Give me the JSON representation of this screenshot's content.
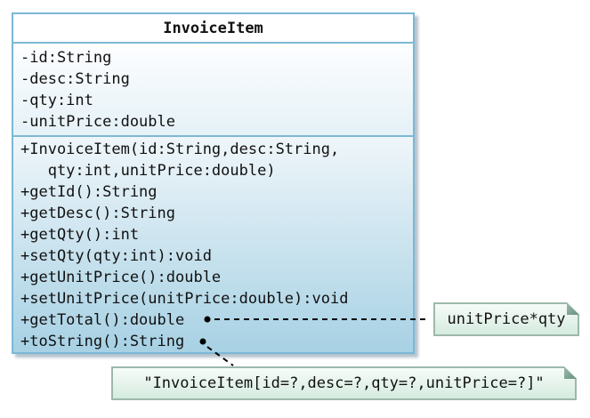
{
  "diagram": {
    "class": {
      "title": "InvoiceItem",
      "attributes": [
        "-id:String",
        "-desc:String",
        "-qty:int",
        "-unitPrice:double"
      ],
      "method_lines": [
        "+InvoiceItem(id:String,desc:String,",
        "   qty:int,unitPrice:double)",
        "+getId():String",
        "+getDesc():String",
        "+getQty():int",
        "+setQty(qty:int):void",
        "+getUnitPrice():double",
        "+setUnitPrice(unitPrice:double):void",
        "+getTotal():double",
        "+toString():String"
      ]
    },
    "notes": [
      {
        "attached_to": "getTotal",
        "text": "unitPrice*qty"
      },
      {
        "attached_to": "toString",
        "text": "\"InvoiceItem[id=?,desc=?,qty=?,unitPrice=?]\""
      }
    ],
    "colors": {
      "class_border": "#7bb8d6",
      "class_title_bg": "#ffffff",
      "attrs_gradient_top": "#fdfeff",
      "attrs_gradient_bottom": "#e5f1f7",
      "methods_gradient_top": "#eff6fa",
      "methods_gradient_bottom": "#a7d1e4",
      "note_border": "#9eb8ab",
      "note_gradient_top": "#f7fcf9",
      "note_gradient_bottom": "#d4ebdf",
      "note_fold": "#678f7d",
      "connector": "#000000",
      "text": "#111111"
    }
  }
}
